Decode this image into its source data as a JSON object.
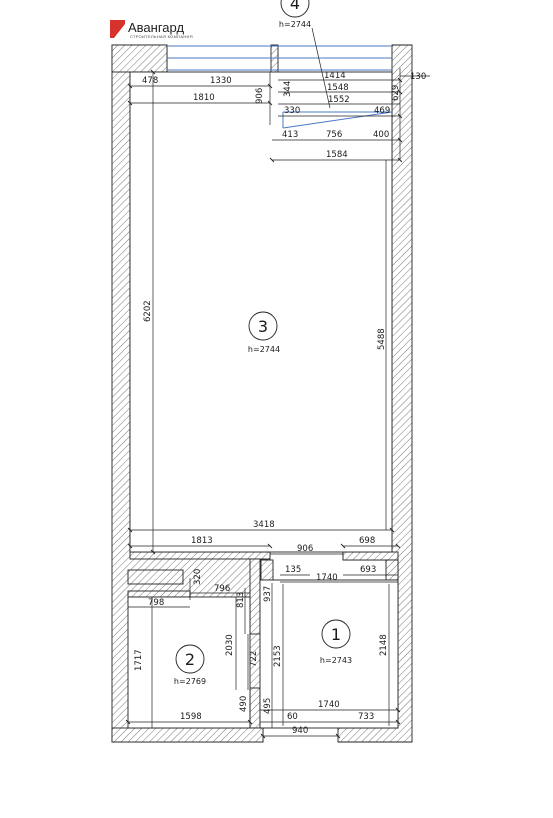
{
  "brand": {
    "name": "Авангард",
    "tagline": "СТРОИТЕЛЬНАЯ КОМПАНИЯ",
    "accent": "#d7322b"
  },
  "colors": {
    "wall_line": "#222222",
    "window_line": "#4a78c8"
  },
  "rooms": [
    {
      "number": "4",
      "height": "h=2744"
    },
    {
      "number": "3",
      "height": "h=2744"
    },
    {
      "number": "2",
      "height": "h=2769"
    },
    {
      "number": "1",
      "height": "h=2743"
    }
  ],
  "dims": {
    "d478": "478",
    "d1330": "1330",
    "d1810": "1810",
    "d906t": "906",
    "d1414": "1414",
    "d1548": "1548",
    "d1552": "1552",
    "d130": "130",
    "d344": "344",
    "d330": "330",
    "d469": "469",
    "d629": "629",
    "d413": "413",
    "d756": "756",
    "d400": "400",
    "d1584": "1584",
    "d6202": "6202",
    "d5488": "5488",
    "d3418": "3418",
    "d1813": "1813",
    "d906": "906",
    "d698": "698",
    "d135": "135",
    "d1740a": "1740",
    "d693": "693",
    "d320": "320",
    "d796": "796",
    "d798": "798",
    "d813": "813",
    "d937": "937",
    "d2030": "2030",
    "d1717": "1717",
    "d722": "722",
    "d2153": "2153",
    "d2148": "2148",
    "d1598": "1598",
    "d490": "490",
    "d495": "495",
    "d60": "60",
    "d1740b": "1740",
    "d733": "733",
    "d940": "940"
  }
}
